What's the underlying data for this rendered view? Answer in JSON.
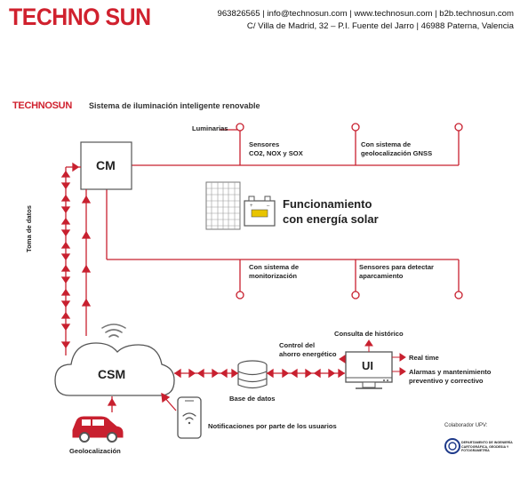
{
  "header": {
    "brand": "TECHNO SUN",
    "contact_line1": "963826565 | info@technosun.com | www.technosun.com | b2b.technosun.com",
    "contact_line2": "C/ Villa de Madrid, 32 – P.I. Fuente del Jarro | 46988 Paterna, Valencia"
  },
  "diagram": {
    "brand_small": "TECHNOSUN",
    "title": "Sistema de iluminación inteligente renovable",
    "nodes": {
      "cm": "CM",
      "csm": "CSM",
      "ui": "UI"
    },
    "labels": {
      "luminarias": "Luminarias",
      "sensores_gas_1": "Sensores",
      "sensores_gas_2": "CO2, NOX y SOX",
      "geoloc_gnss_1": "Con sistema de",
      "geoloc_gnss_2": "geolocalización GNSS",
      "funcionamiento_1": "Funcionamiento",
      "funcionamiento_2": "con energía solar",
      "monitorizacion_1": "Con sistema de",
      "monitorizacion_2": "monitorización",
      "aparcamiento_1": "Sensores para detectar",
      "aparcamiento_2": "aparcamiento",
      "toma_datos": "Toma de datos",
      "consulta_historico": "Consulta de histórico",
      "control_1": "Control del",
      "control_2": "ahorro energético",
      "real_time": "Real time",
      "alarmas_1": "Alarmas y mantenimiento",
      "alarmas_2": "preventivo y correctivo",
      "base_datos": "Base de datos",
      "notificaciones": "Notificaciones por parte de los usuarios",
      "geolocalizacion": "Geolocalización",
      "colaborador": "Colaborador UPV:",
      "departamento": "DEPARTAMENTO DE INGENIERÍA CARTOGRÁFICA, GEODESIA Y FOTOGRAMETRÍA"
    },
    "colors": {
      "accent": "#c8202f",
      "text": "#222222",
      "outline": "#555555"
    }
  }
}
